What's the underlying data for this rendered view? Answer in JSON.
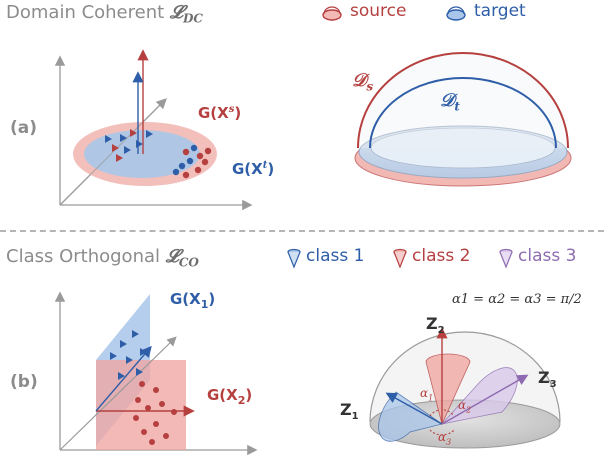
{
  "top": {
    "title_text": "Domain Coherent",
    "title_symbol": "𝓛",
    "title_sub": "DC",
    "legend": [
      {
        "label": "source",
        "color": "#b5403f"
      },
      {
        "label": "target",
        "color": "#2e5ea8"
      }
    ],
    "panel_label": "(a)",
    "g_source_label": "G(X",
    "g_source_sup": "s",
    "g_target_label": "G(X",
    "g_target_sup": "t",
    "ds_label": "𝒟",
    "ds_sub": "s",
    "dt_label": "𝒟",
    "dt_sub": "t"
  },
  "bottom": {
    "title_text": "Class Orthogonal",
    "title_symbol": "𝓛",
    "title_sub": "CO",
    "legend": [
      {
        "label": "class 1",
        "color": "#2e5ea8"
      },
      {
        "label": "class 2",
        "color": "#b5403f"
      },
      {
        "label": "class 3",
        "color": "#8e6bb0"
      }
    ],
    "panel_label": "(b)",
    "g1_label": "G(X",
    "g1_sub": "1",
    "g2_label": "G(X",
    "g2_sub": "2",
    "equation": "α1 = α2 = α3 = π/2",
    "z1": "Z1",
    "z2": "Z2",
    "z3": "Z3",
    "alpha1": "α1",
    "alpha2": "α2",
    "alpha3": "α3"
  },
  "colors": {
    "source": "#b5403f",
    "target": "#2e5ea8",
    "class3": "#8e6bb0",
    "title_gray": "#8c8c8c"
  }
}
